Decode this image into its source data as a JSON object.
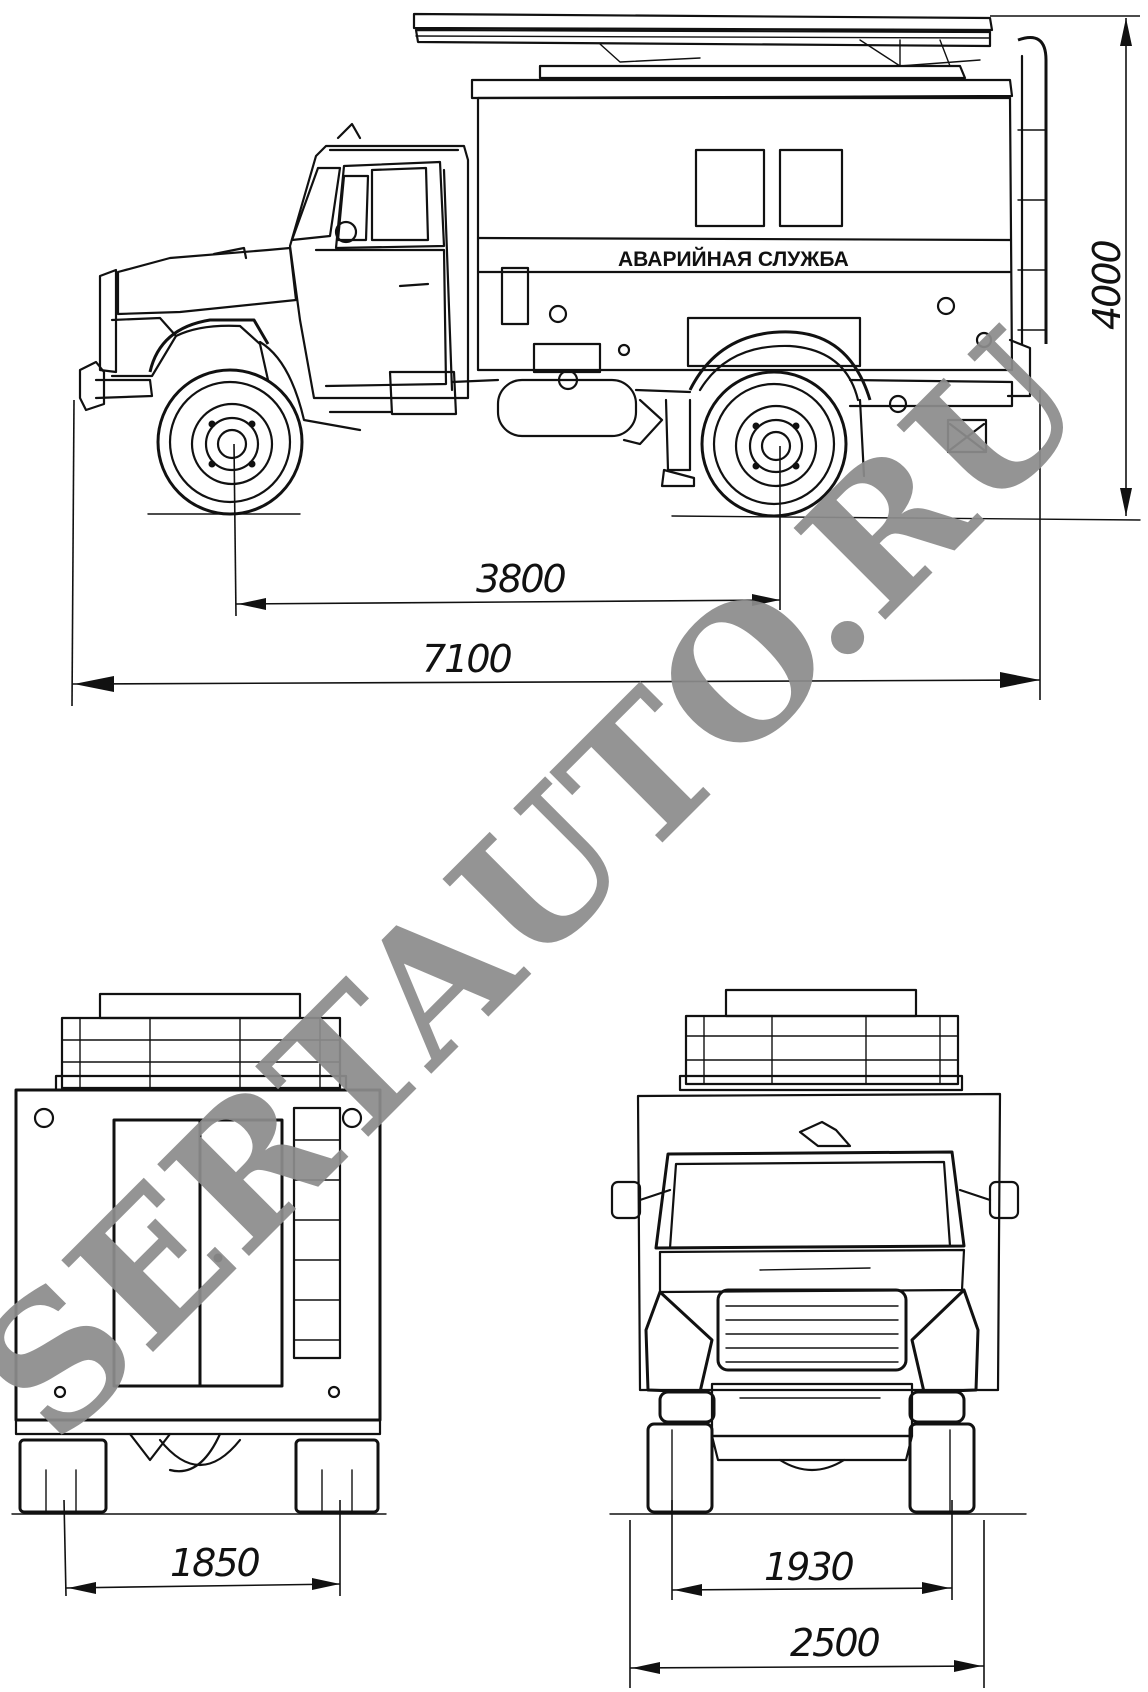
{
  "vehicle_side_label": "АВАРИЙНАЯ СЛУЖБА",
  "watermark": "SERTAUTO.RU",
  "dimensions": {
    "wheelbase": "3800",
    "overall_length": "7100",
    "overall_height": "4000",
    "rear_track": "1850",
    "front_track": "1930",
    "overall_width": "2500"
  },
  "views": [
    "side-view",
    "rear-view",
    "front-view"
  ]
}
